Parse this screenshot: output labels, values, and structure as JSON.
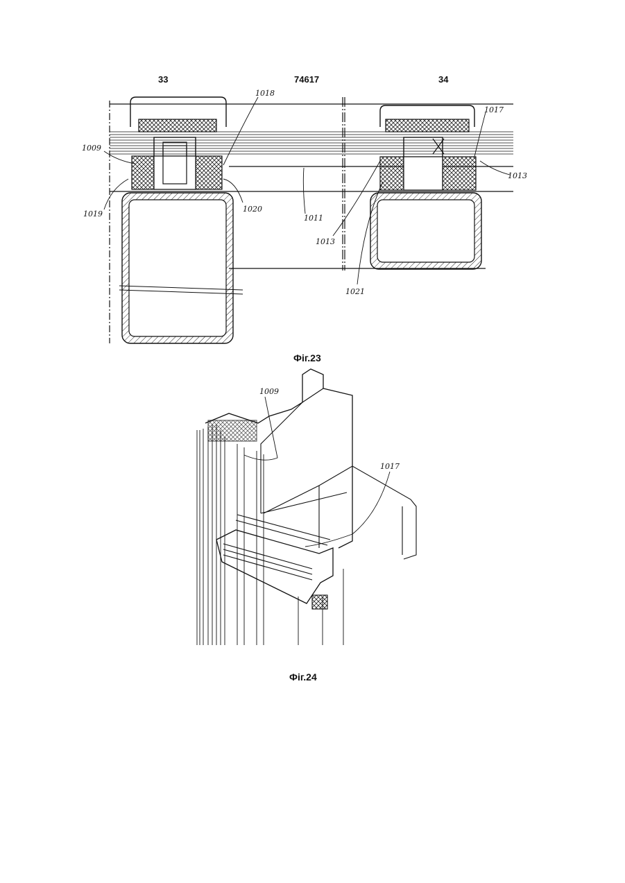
{
  "header": {
    "page_left": "33",
    "patent_number": "74617",
    "page_right": "34"
  },
  "figures": [
    {
      "caption": "Фіг.23",
      "labels": [
        "1018",
        "1009",
        "1019",
        "1020",
        "1011",
        "1013",
        "1021",
        "1017",
        "1013"
      ]
    },
    {
      "caption": "Фіг.24",
      "labels": [
        "1009",
        "1017"
      ]
    }
  ]
}
